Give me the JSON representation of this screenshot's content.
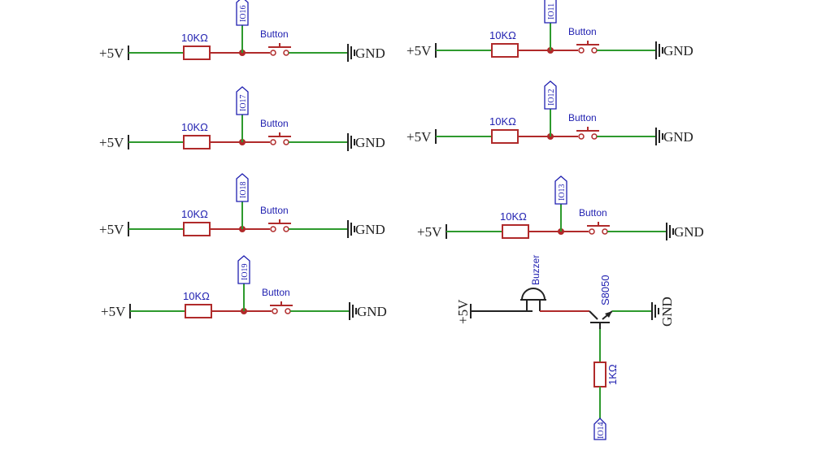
{
  "pulldown_circuits": [
    {
      "supply": "+5V",
      "resistor": "10KΩ",
      "button": "Button",
      "io": "IO16",
      "ground": "GND"
    },
    {
      "supply": "+5V",
      "resistor": "10KΩ",
      "button": "Button",
      "io": "IO17",
      "ground": "GND"
    },
    {
      "supply": "+5V",
      "resistor": "10KΩ",
      "button": "Button",
      "io": "IO18",
      "ground": "GND"
    },
    {
      "supply": "+5V",
      "resistor": "10KΩ",
      "button": "Button",
      "io": "IO19",
      "ground": "GND"
    },
    {
      "supply": "+5V",
      "resistor": "10KΩ",
      "button": "Button",
      "io": "IO11",
      "ground": "GND"
    },
    {
      "supply": "+5V",
      "resistor": "10KΩ",
      "button": "Button",
      "io": "IO12",
      "ground": "GND"
    },
    {
      "supply": "+5V",
      "resistor": "10KΩ",
      "button": "Button",
      "io": "IO13",
      "ground": "GND"
    }
  ],
  "buzzer_circuit": {
    "supply": "+5V",
    "buzzer": "Buzzer",
    "transistor": "S8050",
    "ground": "GND",
    "base_resistor": "1KΩ",
    "io": "IO14"
  }
}
